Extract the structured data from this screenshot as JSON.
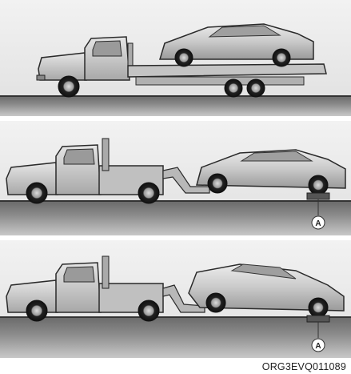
{
  "diagram": {
    "panels": [
      {
        "id": "flatbed",
        "marker": ""
      },
      {
        "id": "wheel-lift-front",
        "marker": "A"
      },
      {
        "id": "wheel-lift-rear",
        "marker": "A"
      }
    ],
    "image_code": "ORG3EVQ011089",
    "colors": {
      "background": "#e8e8e8",
      "road": "#555555",
      "truck_body": "#c8c8c8",
      "car_body": "#c4c4c4",
      "outline": "#2a2a2a"
    }
  }
}
